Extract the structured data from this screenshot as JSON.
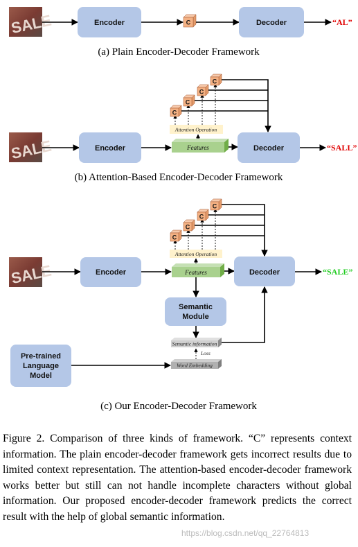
{
  "panel_a": {
    "encoder": "Encoder",
    "context": "C",
    "decoder": "Decoder",
    "output": "“AL”",
    "output_color": "#e00000",
    "caption": "(a)  Plain Encoder-Decoder Framework"
  },
  "panel_b": {
    "encoder": "Encoder",
    "features": "Features",
    "attention": "Attention Operation",
    "context": "C",
    "decoder": "Decoder",
    "output": "“SALL”",
    "output_color": "#e00000",
    "caption": "(b)  Attention-Based Encoder-Decoder Framework"
  },
  "panel_c": {
    "encoder": "Encoder",
    "features": "Features",
    "attention": "Attention Operation",
    "context": "C",
    "decoder": "Decoder",
    "output": "“SALE”",
    "output_color": "#22cc22",
    "semantic_module_line1": "Semantic",
    "semantic_module_line2": "Module",
    "semantic_information": "Semantic information",
    "loss": "Loss",
    "word_embedding": "Word Embedding",
    "plm_line1": "Pre-trained",
    "plm_line2": "Language",
    "plm_line3": "Model",
    "caption": "(c)  Our Encoder-Decoder Framework"
  },
  "figure_caption": "Figure 2. Comparison of three kinds of framework.  “C” represents context information. The plain encoder-decoder framework gets incorrect results due to limited context representation. The attention-based encoder-decoder framework works better but still can not handle incomplete characters without global information. Our proposed encoder-decoder framework predicts the correct result with the help of global semantic information.",
  "watermark": "https://blog.csdn.net/qq_22764813",
  "colors": {
    "box_blue": "#b4c7e7",
    "context_orange": "#f4b183",
    "features_green": "#a9d18e",
    "attention_yellow": "#fff2cc",
    "embedding_gray": "#bfbfbf"
  }
}
